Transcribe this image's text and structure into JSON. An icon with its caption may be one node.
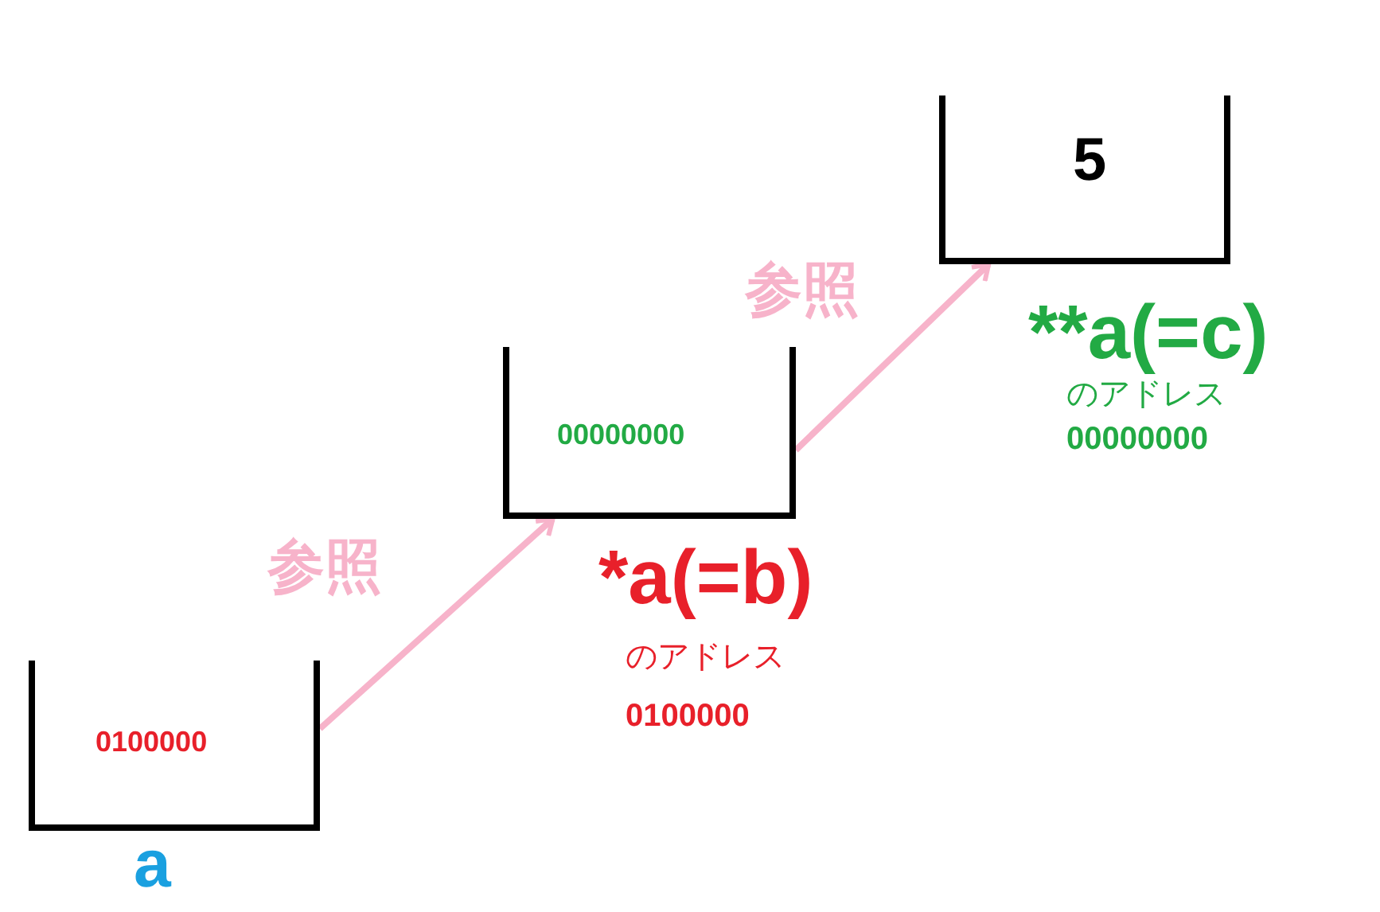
{
  "diagram": {
    "nodes": [
      {
        "text": [
          "0100000"
        ],
        "beside": [
          "a"
        ]
      },
      {
        "text": [
          "00000000"
        ],
        "beside": [
          "*a(=b)",
          "のアドレス",
          "0100000"
        ]
      },
      {
        "text": [
          "5"
        ],
        "beside": [
          "**a(=c)",
          "のアドレス",
          "00000000"
        ]
      }
    ],
    "edges": [
      {
        "from": 0,
        "to": 1,
        "arrow": "to",
        "label": "参照",
        "color": "#f7b3ca"
      },
      {
        "from": 1,
        "to": 2,
        "arrow": "to",
        "label": "参照",
        "color": "#f7b3ca"
      }
    ]
  }
}
